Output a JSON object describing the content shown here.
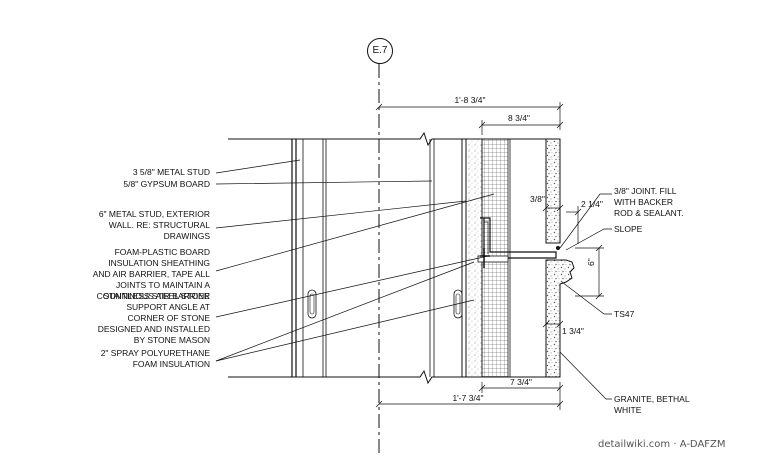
{
  "grid_bubble": "E.7",
  "dimensions": {
    "overall_top": "1'-8 3/4\"",
    "top_inner": "8 3/4\"",
    "joint": "3/8\"",
    "stone_offset": "2 1/4\"",
    "stone_height": "6\"",
    "ledge": "1 3/4\"",
    "bottom_inner": "7 3/4\"",
    "overall_bottom": "1'-7 3/4\""
  },
  "left_notes": {
    "metal_stud": "3 5/8\" METAL STUD",
    "gypsum": "5/8\" GYPSUM BOARD",
    "exterior_wall": "6\" METAL STUD, EXTERIOR\nWALL. RE: STRUCTURAL\nDRAWINGS",
    "foam_board": "FOAM-PLASTIC BOARD\nINSULATION SHEATHING\nAND AIR BARRIER, TAPE ALL\nJOINTS TO MAINTAIN A\nCOUNTINOUS AIR BARRIER",
    "support_angle": "STAINLESS STEEL STONE\nSUPPORT ANGLE AT\nCORNER OF STONE\nDESIGNED AND INSTALLED\nBY STONE MASON",
    "spray_foam": "2\" SPRAY POLYURETHANE\nFOAM INSULATION"
  },
  "right_notes": {
    "joint_fill": "3/8\" JOINT. FILL\nWITH BACKER\nROD & SEALANT.",
    "slope": "SLOPE",
    "ts": "TS47",
    "granite": "GRANITE, BETHAL\nWHITE"
  },
  "watermark": "detailwiki.com · A-DAFZM"
}
